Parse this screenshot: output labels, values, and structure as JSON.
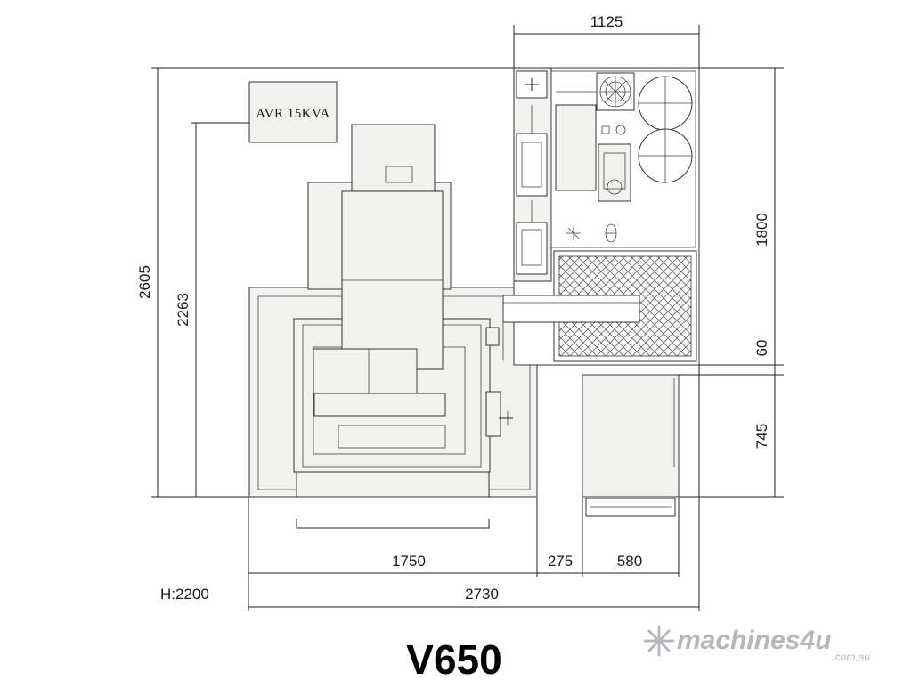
{
  "model": "V650",
  "height_note": "H:2200",
  "avr_label": "AVR 15KVA",
  "dimensions": {
    "top_width": "1125",
    "overall_depth": "2605",
    "machine_depth": "2263",
    "cabinet_depth": "1800",
    "gap": "60",
    "tank_depth": "745",
    "machine_width": "1750",
    "spacing": "275",
    "tank_width": "580",
    "overall_width": "2730"
  },
  "logo": {
    "name": "machines4u",
    "domain": ".com.au",
    "color": "#b4b8bc"
  },
  "colors": {
    "line": "#222222",
    "panel_fill": "#f1f1ee"
  }
}
